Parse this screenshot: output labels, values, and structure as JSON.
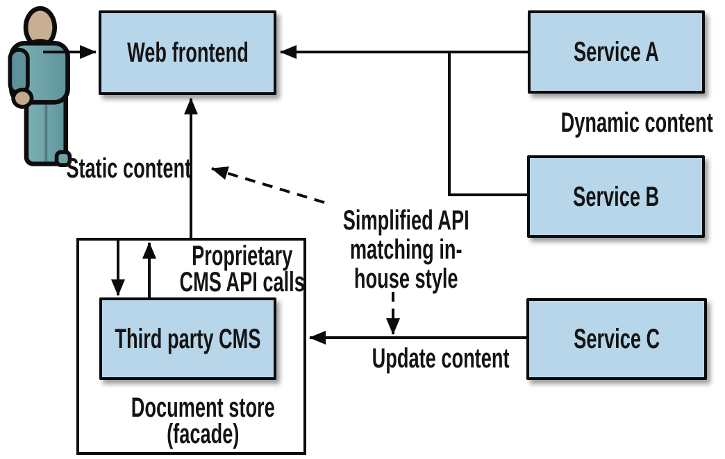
{
  "title": "Web frontend / CMS facade architecture diagram",
  "colors": {
    "node_fill": "#b8d6e9",
    "node_border": "#0b0b0b",
    "connector": "#0b0b0b",
    "background": "#ffffff",
    "person_body_teal": "#6da3a8",
    "person_skin_tan": "#c8ae93"
  },
  "icons": {
    "person": "person-icon"
  },
  "nodes": {
    "web_frontend": {
      "label": "Web frontend"
    },
    "service_a": {
      "label": "Service A"
    },
    "service_b": {
      "label": "Service B"
    },
    "service_c": {
      "label": "Service C"
    },
    "third_party_cms": {
      "label": "Third party CMS"
    },
    "document_store": {
      "label": "Document store\n(facade)"
    }
  },
  "annotations": {
    "static_content": {
      "label": "Static content"
    },
    "dynamic_content": {
      "label": "Dynamic content"
    },
    "update_content": {
      "label": "Update content"
    },
    "proprietary_cms_api": {
      "label": "Proprietary\nCMS API calls"
    },
    "simplified_api": {
      "label": "Simplified API\nmatching in-\nhouse style"
    }
  },
  "edges": [
    {
      "from": "person",
      "to": "web_frontend",
      "style": "solid-arrow"
    },
    {
      "from": "service_a",
      "to": "web_frontend",
      "style": "solid-arrow",
      "label": "Dynamic content"
    },
    {
      "from": "service_b",
      "to": "service_a_connector",
      "style": "solid-line"
    },
    {
      "from": "document_store",
      "to": "web_frontend",
      "style": "solid-arrow",
      "label": "Static content"
    },
    {
      "from": "document_store_top",
      "to": "third_party_cms",
      "style": "solid-arrow-down",
      "label": "Proprietary CMS API calls"
    },
    {
      "from": "third_party_cms",
      "to": "document_store_top",
      "style": "solid-arrow-up",
      "label": "Proprietary CMS API calls"
    },
    {
      "from": "service_c",
      "to": "document_store",
      "style": "solid-arrow",
      "label": "Update content"
    },
    {
      "from": "simplified_api_note",
      "to": "static_content_arrow",
      "style": "dashed-arrow"
    },
    {
      "from": "simplified_api_note",
      "to": "update_content_arrow",
      "style": "dashed-arrow"
    }
  ]
}
